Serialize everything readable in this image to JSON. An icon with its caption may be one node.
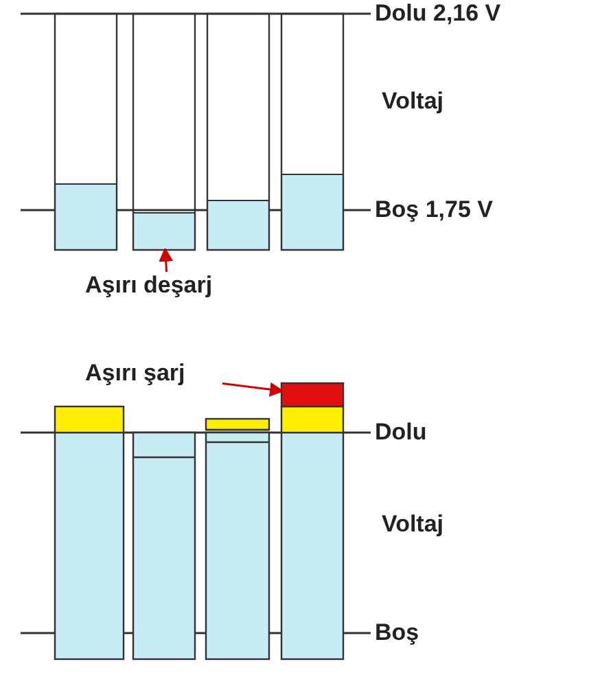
{
  "diagram": {
    "nodes": [
      {
        "text": [
          "Aşırı deşarj"
        ]
      },
      {
        "text": [],
        "shape": "bar"
      },
      {
        "text": [
          "Aşırı şarj"
        ]
      },
      {
        "text": [],
        "shape": "bar"
      }
    ],
    "edges": [
      {
        "from": 0,
        "to": 1,
        "arrow": "to"
      },
      {
        "from": 2,
        "to": 3,
        "arrow": "to"
      }
    ],
    "labels": [
      "Dolu 2,16 V",
      "Voltaj",
      "Boş 1,75 V",
      "Dolu",
      "Voltaj",
      "Boş"
    ]
  }
}
